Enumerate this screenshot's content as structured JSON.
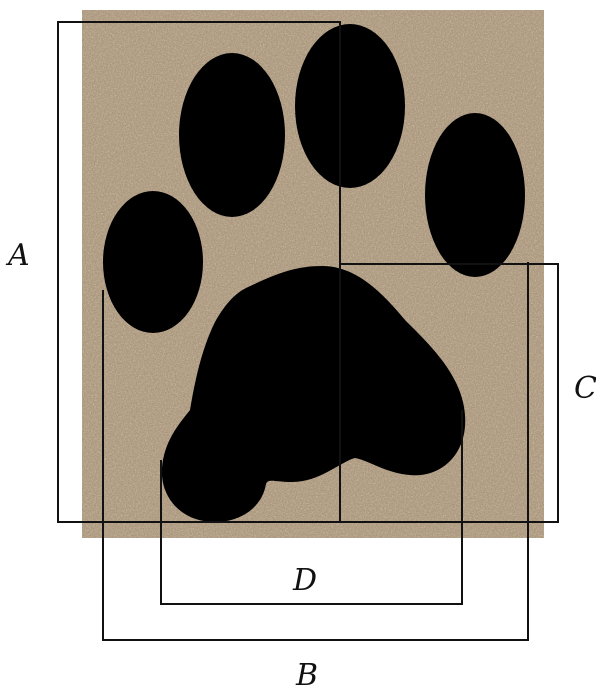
{
  "labels": {
    "a": "A",
    "b": "B",
    "c": "C",
    "d": "D"
  },
  "colors": {
    "sand": "#b9a488",
    "pad": "#000000",
    "line": "#111111",
    "background": "#ffffff"
  }
}
